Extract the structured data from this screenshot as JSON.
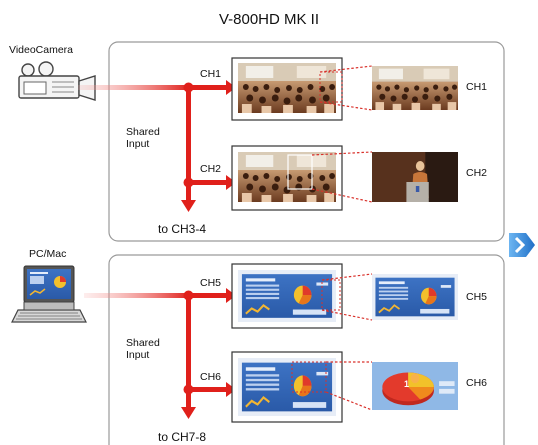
{
  "title": "V-800HD MK II",
  "sources": {
    "camera": "VideoCamera",
    "pc": "PC/Mac"
  },
  "group_top": {
    "inputs": [
      "CH1",
      "CH2"
    ],
    "outputs": [
      "CH1",
      "CH2"
    ],
    "shared_label": "Shared\nInput",
    "to_label": "to CH3-4"
  },
  "group_bottom": {
    "inputs": [
      "CH5",
      "CH6"
    ],
    "outputs": [
      "CH5",
      "CH6"
    ],
    "shared_label": "Shared\nInput",
    "to_label": "to CH7-8"
  },
  "icons": [
    "video-camera-icon",
    "laptop-icon",
    "next-chevron-icon"
  ],
  "colors": {
    "signal": "#e0201b",
    "panel_border": "#9a9a9a",
    "chevron": "#2a7fd4"
  }
}
